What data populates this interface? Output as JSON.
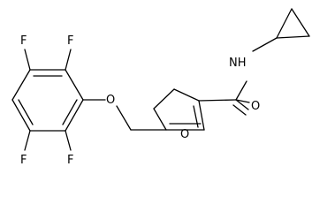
{
  "molecule": {
    "atom_labels": {
      "f1": "F",
      "f2": "F",
      "f3": "F",
      "f4": "F",
      "ether_o": "O",
      "furan_o": "O",
      "carbonyl_o": "O",
      "amide_n": "NH"
    }
  }
}
